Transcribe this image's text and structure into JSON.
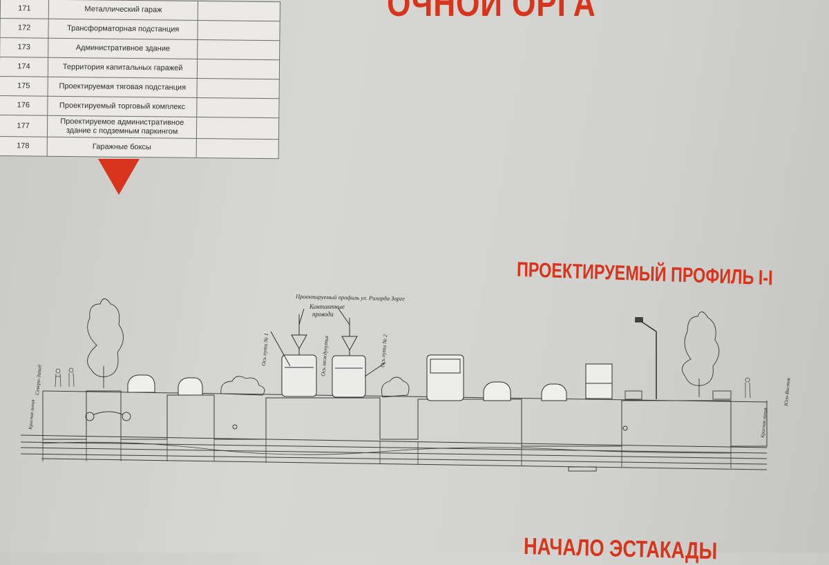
{
  "header": {
    "title_fragment": "ОЧНОЙ ОРГА"
  },
  "legend_table": {
    "rows": [
      {
        "num": "171",
        "name": "Металлический гараж"
      },
      {
        "num": "172",
        "name": "Трансформаторная подстанция"
      },
      {
        "num": "173",
        "name": "Административное здание"
      },
      {
        "num": "174",
        "name": "Территория капитальных гаражей"
      },
      {
        "num": "175",
        "name": "Проектируемая тяговая подстанция"
      },
      {
        "num": "176",
        "name": "Проектируемый торговый комплекс"
      },
      {
        "num": "177",
        "name": "Проектируемое административное здание  с подземным паркингом"
      },
      {
        "num": "178",
        "name": "Гаражные боксы"
      }
    ]
  },
  "profile": {
    "title": "ПРОЕКТИРУЕМЫЙ ПРОФИЛЬ I-I",
    "subtitle": "Проектируемый профиль ул. Рихарда Зорге",
    "wires_label_line1": "Контактные",
    "wires_label_line2": "провода",
    "track1_axis": "Ось пути № 1",
    "track2_axis": "Ось пути № 2",
    "interaxis_label": "Ось междупутья",
    "left_direction": "Северо-Запад",
    "right_direction": "Юго-Восток",
    "left_red_line": "Красная линия",
    "right_red_line": "Красная линия"
  },
  "footer": {
    "title": "НАЧАЛО  ЭСТАКАДЫ"
  },
  "colors": {
    "accent_red": "#d8331b",
    "board_gray": "#d4d4d1",
    "ink": "#2a2a2a"
  }
}
